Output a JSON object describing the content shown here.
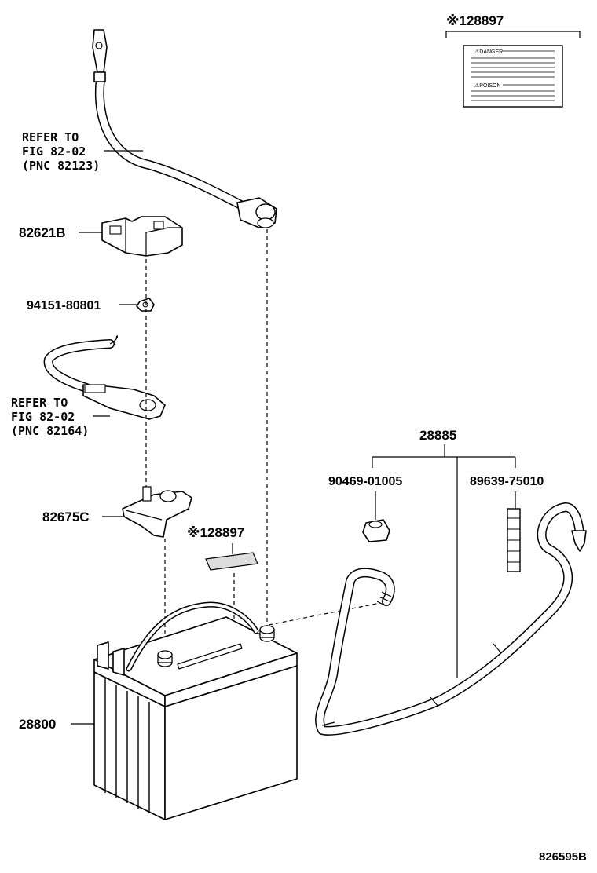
{
  "labels": {
    "label_sheet_top": "※128897",
    "refer_top_line1": "REFER TO",
    "refer_top_line2": "FIG 82-02",
    "refer_top_line3": "(PNC 82123)",
    "clamp_82621b": "82621B",
    "nut_94151": "94151-80801",
    "refer_mid_line1": "REFER TO",
    "refer_mid_line2": "FIG 82-02",
    "refer_mid_line3": "(PNC 82164)",
    "terminal_82675c": "82675C",
    "label_sheet_mid": "※128897",
    "hose_assy": "28885",
    "plug_90469": "90469-01005",
    "clamp_89639": "89639-75010",
    "battery_28800": "28800",
    "figure_id": "826595B"
  },
  "warning_sheet": {
    "danger": "⚠DANGER",
    "poison": "⚠POISON"
  },
  "icons": {
    "battery": "battery-icon",
    "cable": "battery-cable-icon",
    "nut": "nut-icon",
    "clamp": "battery-clamp-icon",
    "terminal": "battery-terminal-icon",
    "label": "caution-label-icon",
    "hose": "vent-hose-icon",
    "plug": "vent-plug-icon",
    "hose_clamp": "hose-clamp-icon"
  },
  "colors": {
    "line": "#000000",
    "background": "#ffffff"
  }
}
